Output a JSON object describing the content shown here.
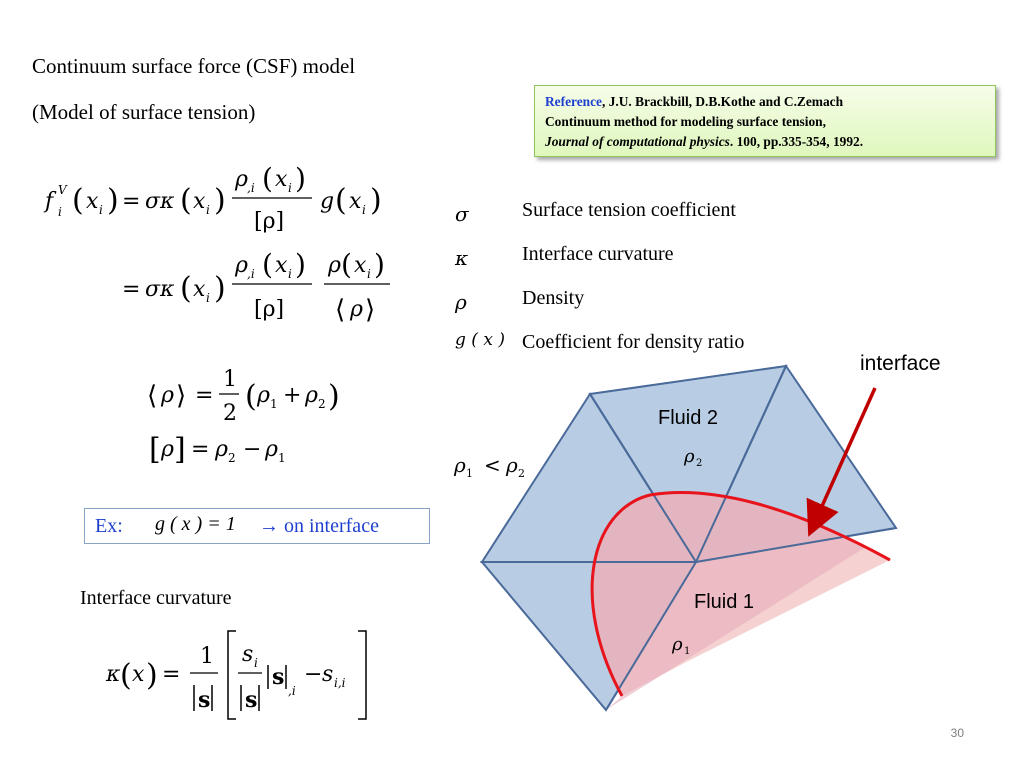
{
  "slide": {
    "title_line1": "Continuum surface force (CSF) model",
    "title_line2": "(Model of surface tension)",
    "page_number": "30"
  },
  "reference": {
    "label": "Reference",
    "authors": ", J.U. Brackbill, D.B.Kothe and C.Zemach",
    "title": "Continuum method for modeling surface tension,",
    "journal": "Journal of computational physics",
    "details": ". 100, pp.335-354, 1992."
  },
  "definitions": [
    {
      "symbol": "σ",
      "text": "Surface tension coefficient"
    },
    {
      "symbol": "κ",
      "text": "Interface curvature"
    },
    {
      "symbol": "ρ",
      "text": "Density"
    },
    {
      "symbol": "g ( x )",
      "text": "Coefficient for density ratio"
    }
  ],
  "equations": {
    "f_lhs": "f",
    "f_sup": "V",
    "f_sub": "i",
    "x": "x",
    "i": "i",
    "sigma_kappa": "σκ",
    "equals": "=",
    "rho": "ρ",
    "rho_sub": ",i",
    "bracket_rho": "[ρ]",
    "g": "g",
    "one": "1",
    "two": "2",
    "rho1": "ρ",
    "sub1": "1",
    "sub2": "2",
    "plus": "+",
    "minus": "−",
    "less": "<",
    "s": "s",
    "bold_s": "s",
    "sub_ii": "i,i",
    "sub_comma_i": ",i"
  },
  "example": {
    "label": "Ex:",
    "formula": "g ( x ) = 1",
    "arrow_text": "→ on interface"
  },
  "curvature": {
    "label": "Interface curvature"
  },
  "diagram": {
    "interface_label": "interface",
    "fluid2_label": "Fluid 2",
    "fluid1_label": "Fluid 1",
    "colors": {
      "triangle_fill": "#b8cce4",
      "triangle_stroke": "#4a6a9a",
      "fluid1_fill": "#f2c2c2",
      "interface_curve": "#e8141c",
      "arrow": "#c00000"
    }
  }
}
